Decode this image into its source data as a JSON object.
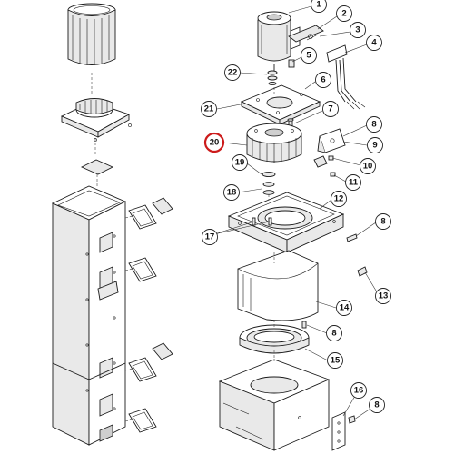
{
  "diagram": {
    "highlight_color": "#cc1b1b",
    "line_color": "#1a1a1a",
    "callouts": [
      {
        "id": "1",
        "label": "1"
      },
      {
        "id": "2",
        "label": "2"
      },
      {
        "id": "3",
        "label": "3"
      },
      {
        "id": "4",
        "label": "4"
      },
      {
        "id": "5",
        "label": "5"
      },
      {
        "id": "6",
        "label": "6"
      },
      {
        "id": "7",
        "label": "7"
      },
      {
        "id": "8a",
        "label": "8"
      },
      {
        "id": "9",
        "label": "9"
      },
      {
        "id": "10",
        "label": "10"
      },
      {
        "id": "11",
        "label": "11"
      },
      {
        "id": "12",
        "label": "12"
      },
      {
        "id": "8b",
        "label": "8"
      },
      {
        "id": "13",
        "label": "13"
      },
      {
        "id": "14",
        "label": "14"
      },
      {
        "id": "8c",
        "label": "8"
      },
      {
        "id": "15",
        "label": "15"
      },
      {
        "id": "16",
        "label": "16"
      },
      {
        "id": "8d",
        "label": "8"
      },
      {
        "id": "17",
        "label": "17"
      },
      {
        "id": "18",
        "label": "18"
      },
      {
        "id": "19",
        "label": "19"
      },
      {
        "id": "20",
        "label": "20",
        "highlighted": true
      },
      {
        "id": "21",
        "label": "21"
      },
      {
        "id": "22",
        "label": "22"
      }
    ]
  }
}
